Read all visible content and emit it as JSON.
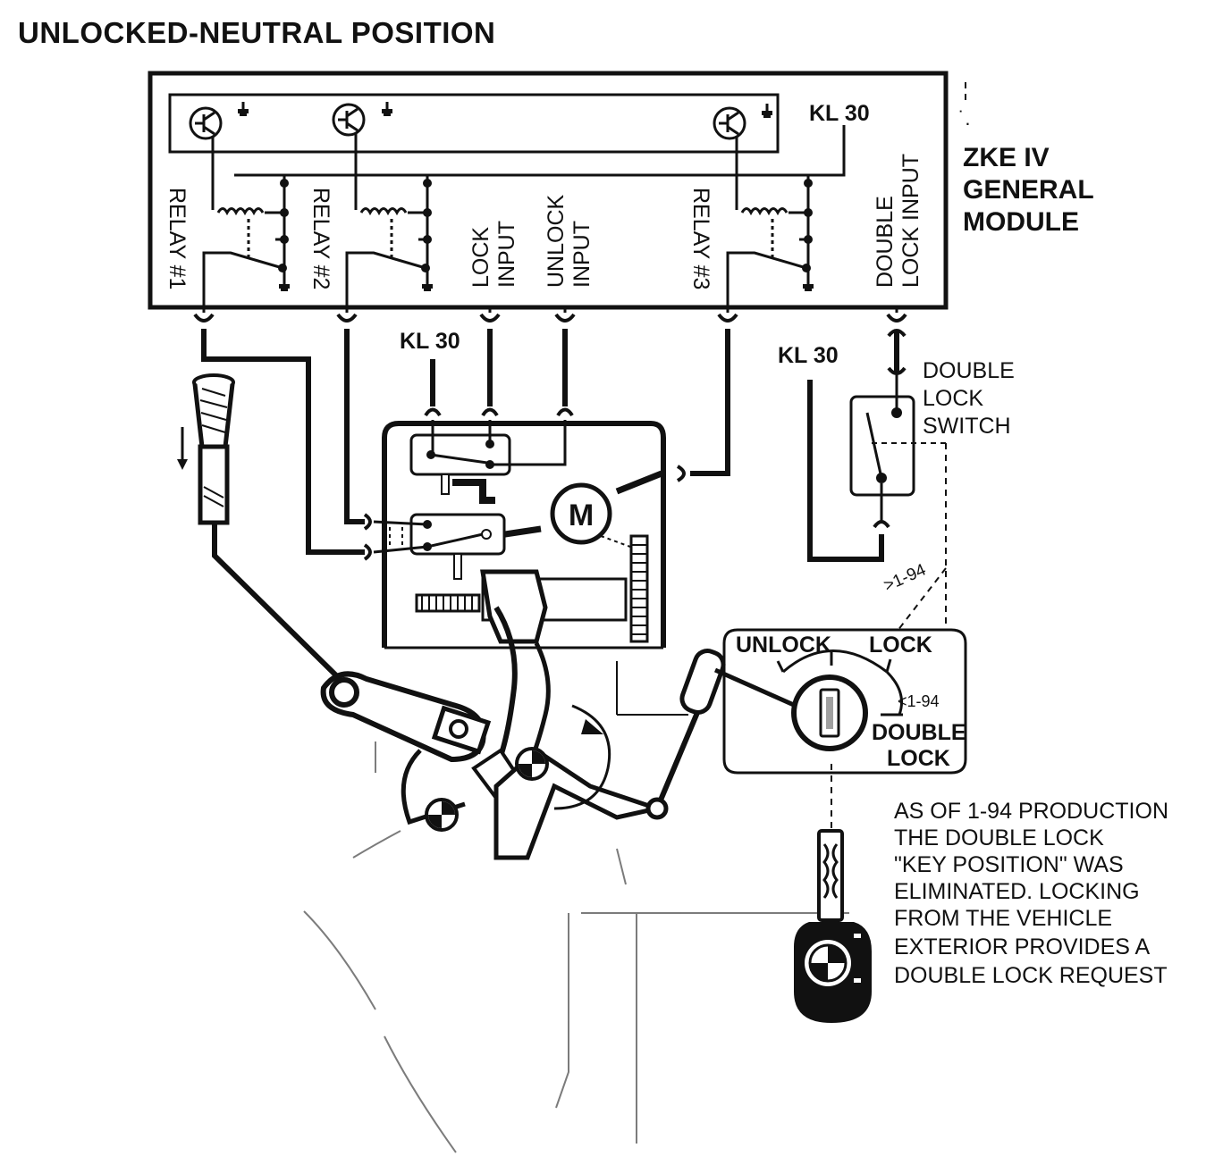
{
  "title": "UNLOCKED-NEUTRAL POSITION",
  "module": {
    "line1": "ZKE IV",
    "line2": "GENERAL",
    "line3": "MODULE",
    "kl30": "KL 30",
    "corner_mark": "˙.",
    "labels": {
      "relay1": "RELAY #1",
      "relay2": "RELAY #2",
      "lock_input_a": "LOCK",
      "lock_input_b": "INPUT",
      "unlock_input_a": "UNLOCK",
      "unlock_input_b": "INPUT",
      "relay3": "RELAY #3",
      "double_lock_input_a": "DOUBLE",
      "double_lock_input_b": "LOCK INPUT"
    }
  },
  "supply_labels": {
    "kl30_actuator": "KL 30",
    "kl30_switch": "KL 30"
  },
  "double_lock_switch": {
    "line1": "DOUBLE",
    "line2": "LOCK",
    "line3": "SWITCH"
  },
  "motor_label": "M",
  "lock_cylinder": {
    "unlock": "UNLOCK",
    "lock": "LOCK",
    "double_lock_line1": "DOUBLE",
    "double_lock_line2": "LOCK",
    "pre_date": ">1-94",
    "post_date": "<1-94"
  },
  "note": {
    "lines": [
      "AS OF 1-94 PRODUCTION",
      "THE DOUBLE LOCK",
      "\"KEY POSITION\" WAS",
      "ELIMINATED.  LOCKING",
      "FROM THE VEHICLE",
      "EXTERIOR PROVIDES A",
      "DOUBLE LOCK REQUEST"
    ]
  },
  "colors": {
    "ink": "#111111",
    "paper": "#ffffff"
  },
  "icons": {
    "motor": "motor-icon",
    "ground": "ground-icon",
    "transistor": "transistor-icon",
    "relay_coil": "relay-coil-icon",
    "key": "key-icon",
    "roundel": "roundel-icon"
  }
}
